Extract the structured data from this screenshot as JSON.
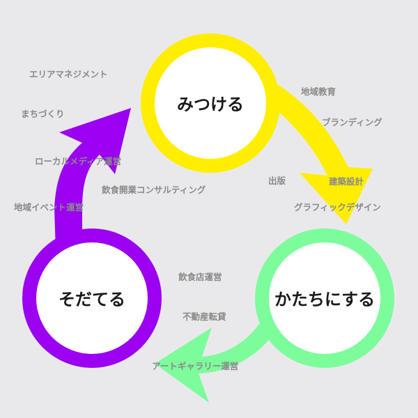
{
  "nodes": {
    "find": {
      "label": "みつける",
      "color": "#ffee00"
    },
    "shape": {
      "label": "かたちにする",
      "color": "#7dfc9c"
    },
    "grow": {
      "label": "そだてる",
      "color": "#9b00f0"
    }
  },
  "tags": {
    "area_management": "エリアマネジメント",
    "machidukuri": "まちづくり",
    "local_media": "ローカルメディア運営",
    "restaurant_consulting": "飲食開業コンサルティング",
    "regional_event": "地域イベント運営",
    "regional_education": "地域教育",
    "branding": "ブランディング",
    "publishing": "出版",
    "architecture_design": "建築設計",
    "graphic_design": "グラフィックデザイン",
    "restaurant_operation": "飲食店運営",
    "real_estate_sublease": "不動産転貸",
    "art_gallery_operation": "アートギャラリー運営"
  },
  "colors": {
    "background": "#e9e9ec",
    "tag_text": "#8a8a8a",
    "node_text": "#1a1a1a"
  }
}
